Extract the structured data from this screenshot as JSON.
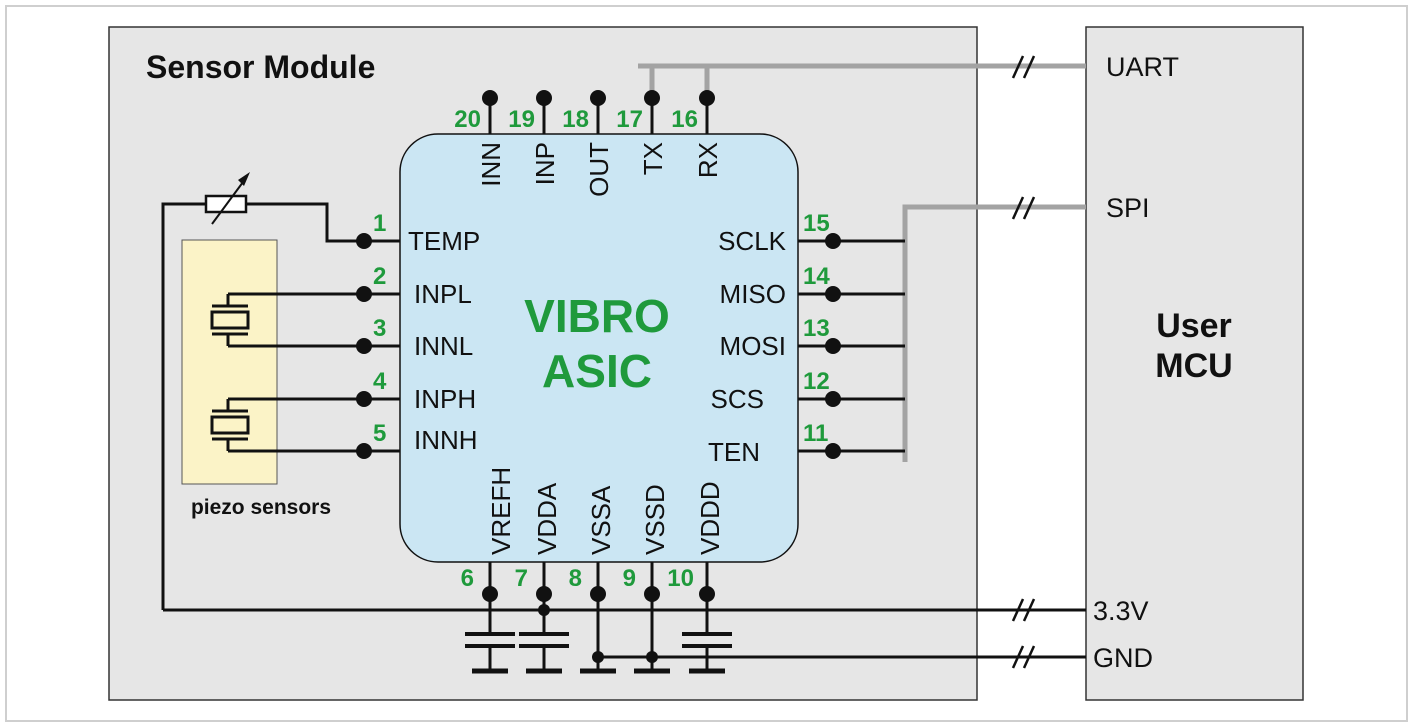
{
  "module_title": "Sensor Module",
  "asic": {
    "line1": "VIBRO",
    "line2": "ASIC"
  },
  "mcu": {
    "line1": "User",
    "line2": "MCU"
  },
  "piezo_label": "piezo sensors",
  "buses": {
    "uart": "UART",
    "spi": "SPI",
    "v33": "3.3V",
    "gnd": "GND"
  },
  "pins": {
    "p1": {
      "num": "1",
      "label": "TEMP"
    },
    "p2": {
      "num": "2",
      "label": "INPL"
    },
    "p3": {
      "num": "3",
      "label": "INNL"
    },
    "p4": {
      "num": "4",
      "label": "INPH"
    },
    "p5": {
      "num": "5",
      "label": "INNH"
    },
    "p6": {
      "num": "6",
      "label": "VREFH"
    },
    "p7": {
      "num": "7",
      "label": "VDDA"
    },
    "p8": {
      "num": "8",
      "label": "VSSA"
    },
    "p9": {
      "num": "9",
      "label": "VSSD"
    },
    "p10": {
      "num": "10",
      "label": "VDDD"
    },
    "p11": {
      "num": "11",
      "label": "TEN"
    },
    "p12": {
      "num": "12",
      "label": "SCS"
    },
    "p13": {
      "num": "13",
      "label": "MOSI"
    },
    "p14": {
      "num": "14",
      "label": "MISO"
    },
    "p15": {
      "num": "15",
      "label": "SCLK"
    },
    "p16": {
      "num": "16",
      "label": "RX"
    },
    "p17": {
      "num": "17",
      "label": "TX"
    },
    "p18": {
      "num": "18",
      "label": "OUT"
    },
    "p19": {
      "num": "19",
      "label": "INP"
    },
    "p20": {
      "num": "20",
      "label": "INN"
    }
  },
  "colors": {
    "asic_fill": "#cbe6f3",
    "pin_number": "#1f9a3c",
    "module_fill": "#e6e6e6",
    "piezo_fill": "#fbf3c7",
    "bus_gray": "#a3a3a3"
  }
}
